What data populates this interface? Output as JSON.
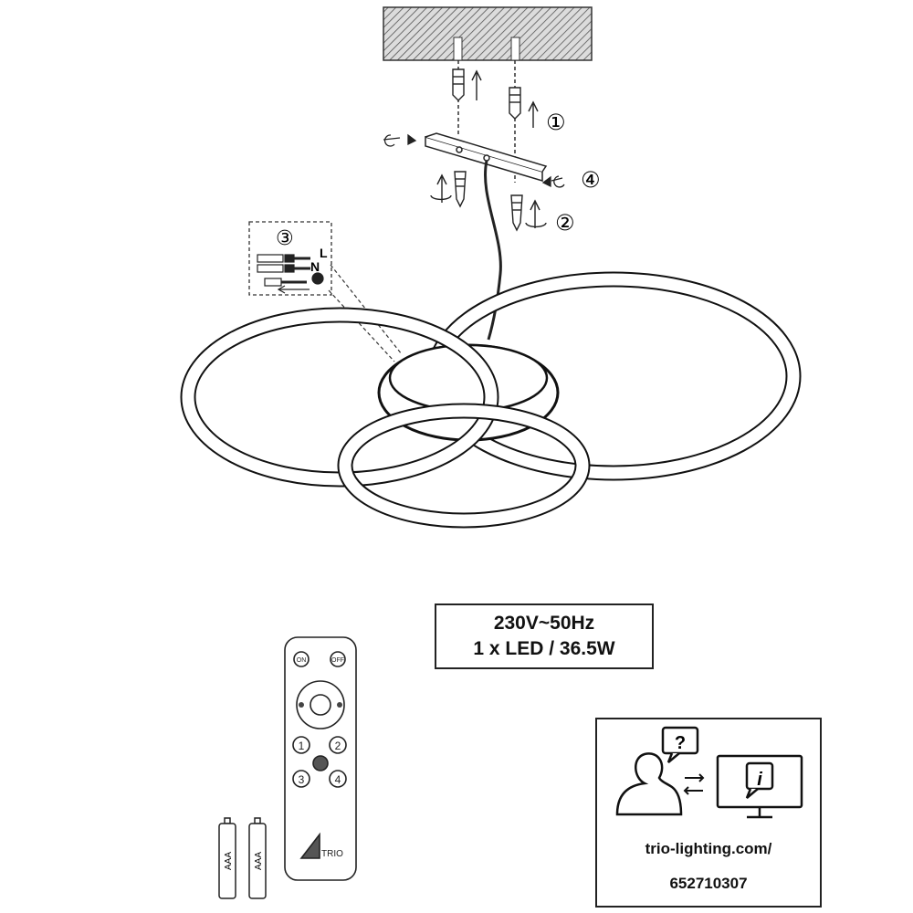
{
  "spec": {
    "voltage": "230V~50Hz",
    "led": "1 x LED / 36.5W"
  },
  "info": {
    "url": "trio-lighting.com/",
    "code": "652710307",
    "question_mark": "?",
    "info_letter": "i"
  },
  "steps": [
    "①",
    "②",
    "③",
    "④"
  ],
  "wiring": {
    "live": "L",
    "neutral": "N"
  },
  "remote": {
    "on": "ON",
    "off": "OFF",
    "buttons": [
      "1",
      "2",
      "3",
      "4"
    ],
    "brand": "TRIO"
  },
  "batteries": {
    "label": "AAA"
  }
}
